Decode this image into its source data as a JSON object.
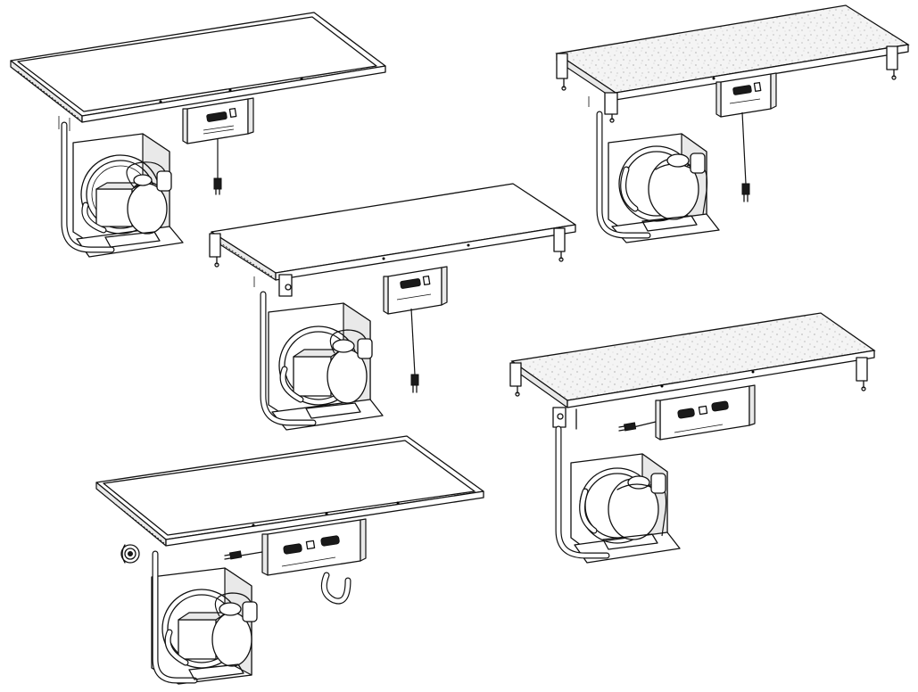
{
  "figure": {
    "units": [
      {
        "id": "unit-top-left",
        "surface": "plain",
        "controls": "single-outlet",
        "cord": "down"
      },
      {
        "id": "unit-top-right",
        "surface": "speckled",
        "controls": "single-outlet",
        "cord": "down"
      },
      {
        "id": "unit-middle",
        "surface": "plain",
        "controls": "single-outlet",
        "cord": "down"
      },
      {
        "id": "unit-middle-right",
        "surface": "speckled",
        "controls": "dual-outlet",
        "cord": "side"
      },
      {
        "id": "unit-bottom-left",
        "surface": "plain",
        "controls": "dual-outlet",
        "cord": "side"
      }
    ],
    "colors": {
      "line": "#111111",
      "background": "#ffffff",
      "shade": "#e9e9e9"
    }
  }
}
